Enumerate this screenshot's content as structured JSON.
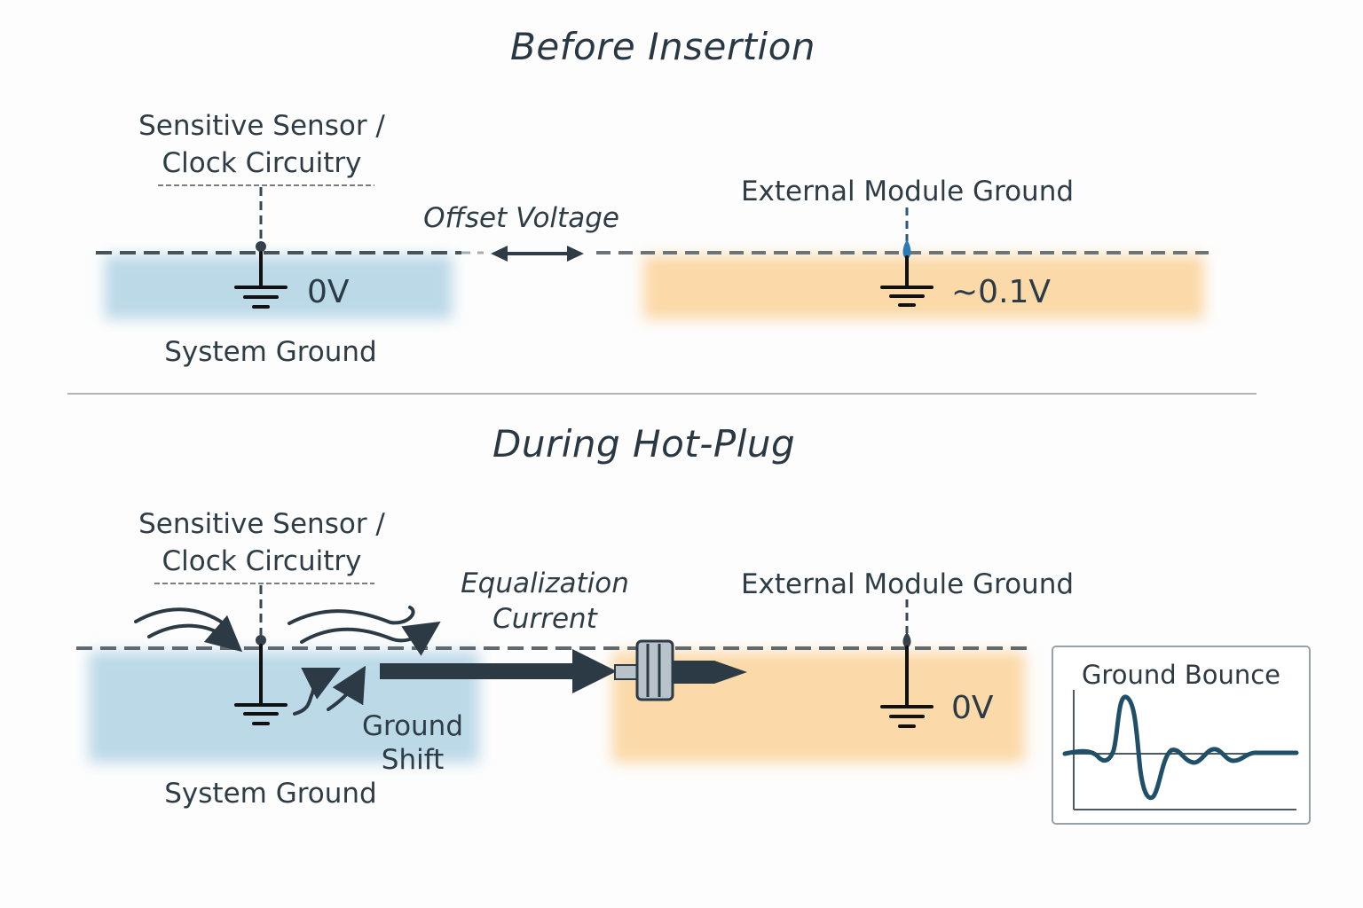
{
  "sections": {
    "before": {
      "title": "Before Insertion",
      "sensor_label_line1": "Sensitive Sensor /",
      "sensor_label_line2": "Clock Circuitry",
      "system_ground_label": "System Ground",
      "system_ground_voltage": "0V",
      "offset_label": "Offset Voltage",
      "external_label": "External Module Ground",
      "external_voltage": "~0.1V"
    },
    "during": {
      "title": "During Hot-Plug",
      "sensor_label_line1": "Sensitive Sensor /",
      "sensor_label_line2": "Clock Circuitry",
      "system_ground_label": "System Ground",
      "ground_shift_line1": "Ground",
      "ground_shift_line2": "Shift",
      "equalization_line1": "Equalization",
      "equalization_line2": "Current",
      "external_label": "External Module Ground",
      "external_voltage": "0V",
      "inset": {
        "title": "Ground Bounce"
      }
    }
  },
  "colors": {
    "system_ground_fill": "#bcd9e8",
    "external_ground_fill": "#fbd9a8",
    "ink": "#2b3a44",
    "waveform": "#1f5068"
  }
}
